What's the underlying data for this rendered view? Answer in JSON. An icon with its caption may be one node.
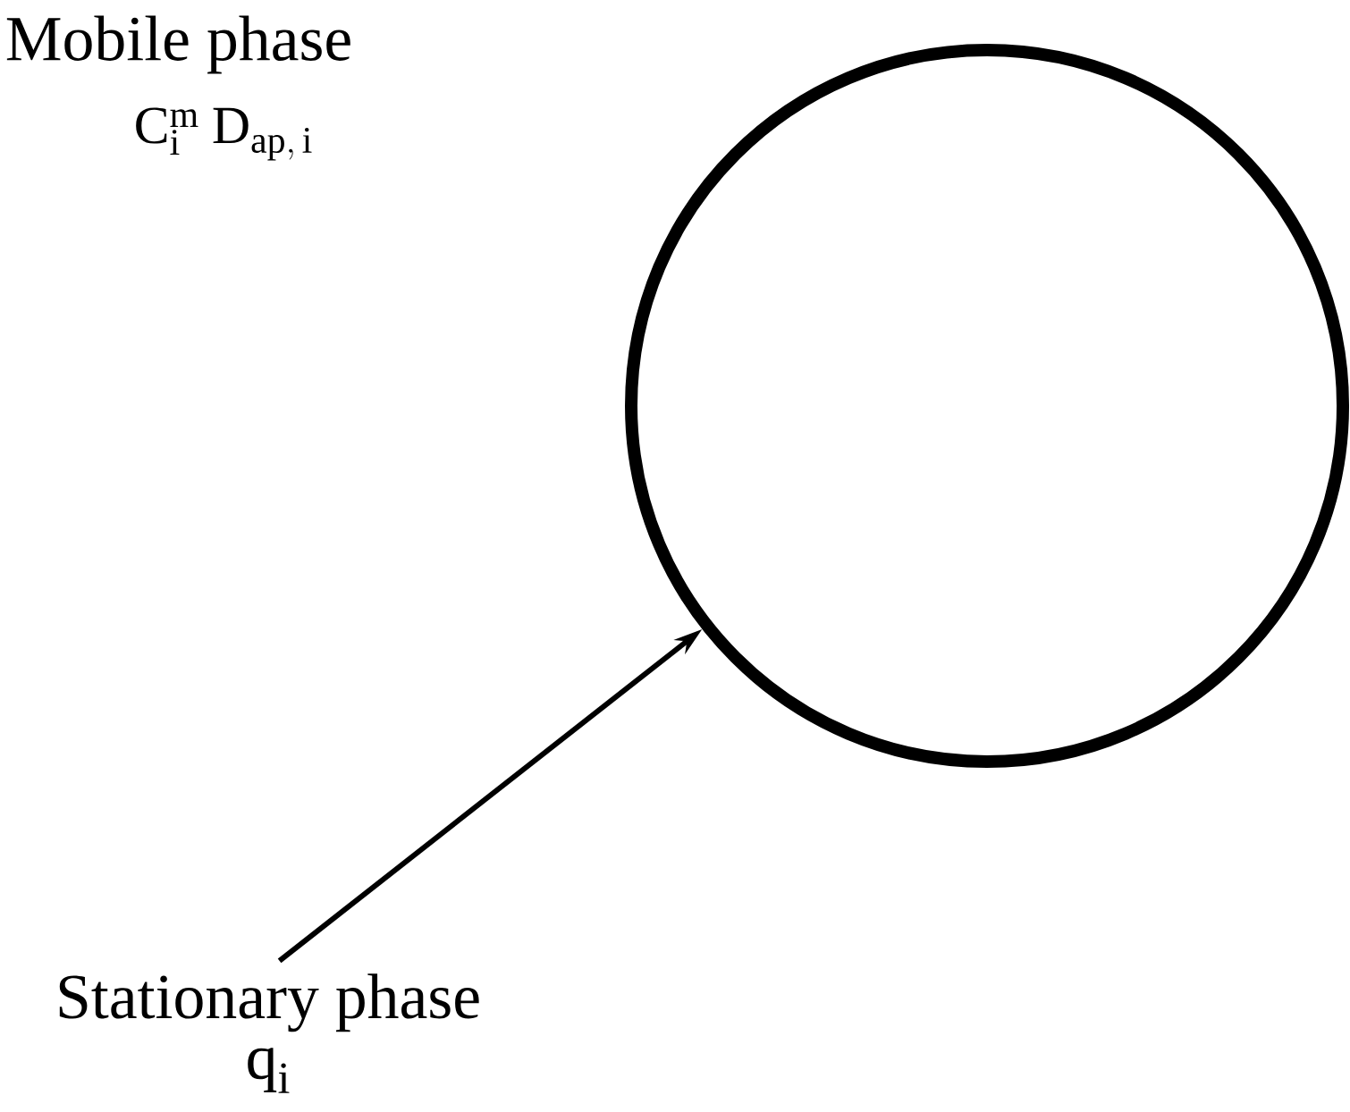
{
  "diagram": {
    "nodes": [
      {
        "text": [
          "Stationary phase",
          "\\mathrm{q}_{\\mathrm{i}}"
        ]
      },
      {
        "text": [],
        "shape": "circle"
      }
    ],
    "edges": [
      {
        "from": 0,
        "to": 1,
        "arrow": "to"
      }
    ],
    "labels": [
      "Mobile phase",
      "\\mathrm{C}_{\\mathrm{i}}^{\\mathrm{m}}\\;\\mathrm{D}_{\\mathrm{ap,\\,i}}"
    ]
  }
}
